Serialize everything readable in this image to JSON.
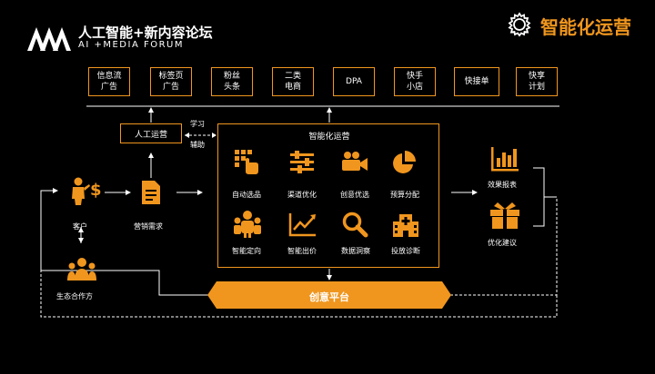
{
  "header": {
    "title": "人工智能+新内容论坛",
    "subtitle": "AI +MEDIA FORUM",
    "brand": "智能化运营"
  },
  "channels": [
    "信息流\n广告",
    "标签页\n广告",
    "粉丝\n头条",
    "二类\n电商",
    "DPA",
    "快手\n小店",
    "快接单",
    "快享\n计划"
  ],
  "manual_ops": "人工运营",
  "learn": "学习",
  "assist": "辅助",
  "smart_ops": {
    "title": "智能化运营",
    "items": [
      "自动选品",
      "渠道优化",
      "创意优选",
      "预算分配",
      "智能定向",
      "智能出价",
      "数据洞察",
      "投放诊断"
    ]
  },
  "customer": "客户",
  "marketing_demand": "营销需求",
  "ecosystem": "生态合作方",
  "creative_platform": "创意平台",
  "effect_report": "效果报表",
  "optimize_advice": "优化建议",
  "colors": {
    "accent": "#f0961e",
    "line": "#ffffff"
  }
}
